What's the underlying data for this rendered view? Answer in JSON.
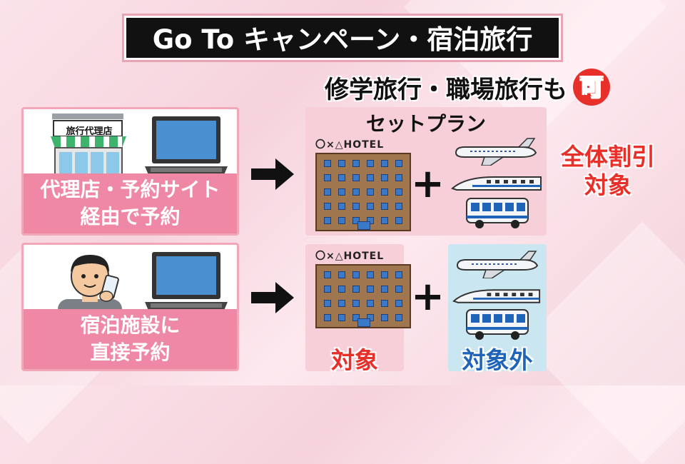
{
  "title": "Go To キャンペーン・宿泊旅行",
  "subtitle": {
    "text": "修学旅行・職場旅行も",
    "badge": "可"
  },
  "rows": [
    {
      "shop_sign": "旅行代理店",
      "caption_line1": "代理店・予約サイト",
      "caption_line2": "経由で予約"
    },
    {
      "caption_line1": "宿泊施設に",
      "caption_line2": "直接予約"
    }
  ],
  "set_plan": {
    "title": "セットプラン",
    "hotel_sign": "〇×△HOTEL",
    "result_line1": "全体割引",
    "result_line2": "対象"
  },
  "direct": {
    "hotel_sign": "〇×△HOTEL",
    "hotel_label": "対象",
    "transport_label": "対象外"
  },
  "colors": {
    "accent_pink": "#ee88a4",
    "red": "#e8302a",
    "blue": "#1f64b8"
  }
}
